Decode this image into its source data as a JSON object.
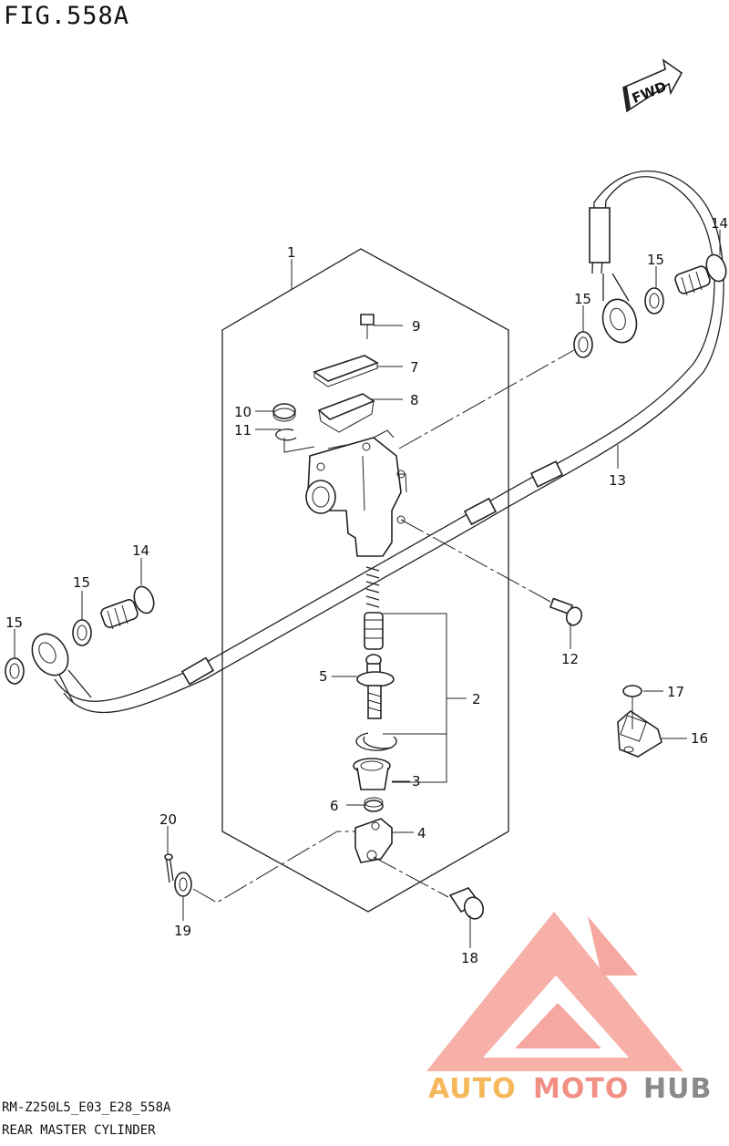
{
  "figure": {
    "title": "FIG.558A",
    "code": "RM-Z250L5_E03_E28_558A",
    "name": "REAR MASTER CYLINDER"
  },
  "fwd_label": "FWD",
  "callouts": {
    "p1": "1",
    "p2": "2",
    "p3": "3",
    "p4": "4",
    "p5": "5",
    "p6": "6",
    "p7": "7",
    "p8": "8",
    "p9": "9",
    "p10": "10",
    "p11": "11",
    "p12": "12",
    "p13": "13",
    "p14a": "14",
    "p14b": "14",
    "p15a": "15",
    "p15b": "15",
    "p15c": "15",
    "p15d": "15",
    "p16": "16",
    "p17": "17",
    "p18": "18",
    "p19": "19",
    "p20": "20"
  },
  "watermark": {
    "auto": "AUTO",
    "moto": "MOTO",
    "hub": "HUB",
    "colors": {
      "auto": "#f5b85a",
      "moto": "#f28f85",
      "hub": "#8a8a8a",
      "logo": "#f28f85"
    }
  }
}
